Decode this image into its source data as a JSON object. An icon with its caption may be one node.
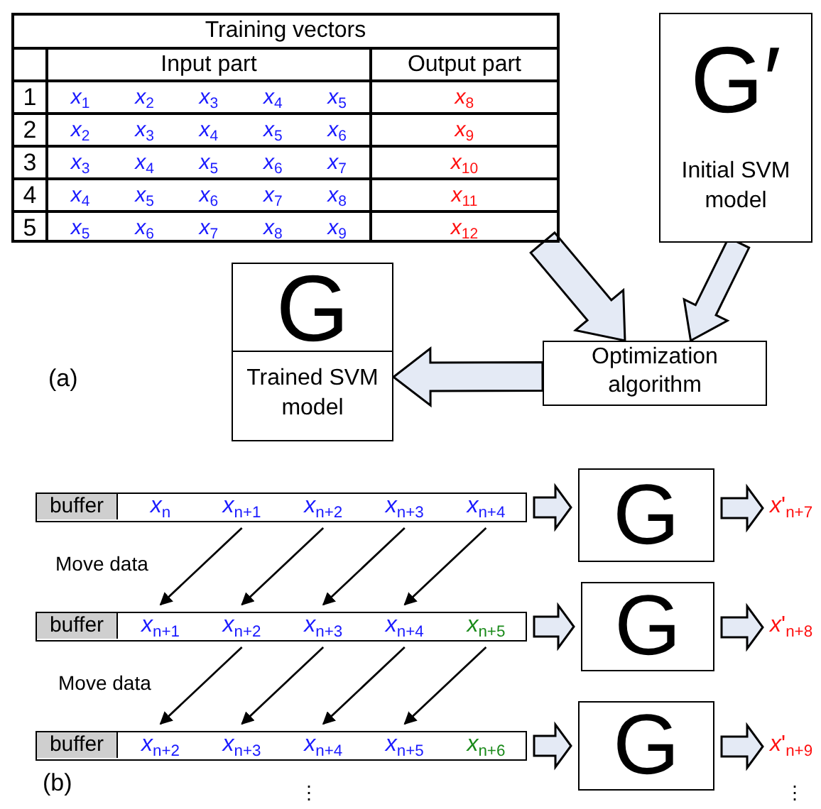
{
  "diagram": {
    "nodes": [
      {
        "text": [
          "Training vectors"
        ]
      },
      {
        "text": [
          "G′",
          "Initial SVM model"
        ]
      },
      {
        "text": [
          "G",
          "Trained SVM model"
        ]
      },
      {
        "text": [
          "Optimization algorithm"
        ]
      },
      {
        "text": [],
        "shape": "box"
      },
      {
        "text": [
          "buffer"
        ],
        "in": 4
      },
      {
        "text": [
          "*x*$_{n}$"
        ],
        "in": 4
      },
      {
        "text": [
          "*x*$_{n+1}$"
        ],
        "in": 4
      },
      {
        "text": [
          "*x*$_{n+2}$"
        ],
        "in": 4
      },
      {
        "text": [
          "*x*$_{n+3}$"
        ],
        "in": 4
      },
      {
        "text": [
          "*x*$_{n+4}$"
        ],
        "in": 4
      },
      {
        "text": [
          "G"
        ]
      },
      {
        "text": [
          "*x*'$_{n+7}$"
        ]
      },
      {
        "text": [],
        "shape": "box"
      },
      {
        "text": [
          "buffer"
        ],
        "in": 13
      },
      {
        "text": [
          "*x*$_{n+1}$"
        ],
        "in": 13
      },
      {
        "text": [
          "*x*$_{n+2}$"
        ],
        "in": 13
      },
      {
        "text": [
          "*x*$_{n+3}$"
        ],
        "in": 13
      },
      {
        "text": [
          "*x*$_{n+4}$"
        ],
        "in": 13
      },
      {
        "text": [
          "*x*$_{n+5}$"
        ],
        "in": 13
      },
      {
        "text": [
          "G"
        ]
      },
      {
        "text": [
          "*x*'$_{n+8}$"
        ]
      },
      {
        "text": [],
        "shape": "box"
      },
      {
        "text": [
          "buffer"
        ],
        "in": 22
      },
      {
        "text": [
          "*x*$_{n+2}$"
        ],
        "in": 22
      },
      {
        "text": [
          "*x*$_{n+3}$"
        ],
        "in": 22
      },
      {
        "text": [
          "*x*$_{n+4}$"
        ],
        "in": 22
      },
      {
        "text": [
          "*x*$_{n+5}$"
        ],
        "in": 22
      },
      {
        "text": [
          "*x*$_{n+6}$"
        ],
        "in": 22
      },
      {
        "text": [
          "G"
        ]
      },
      {
        "text": [
          "*x*'$_{n+9}$"
        ]
      }
    ],
    "edges": [
      {
        "from": 0,
        "to": 3,
        "arrow": "to",
        "style": "thick"
      },
      {
        "from": 1,
        "to": 3,
        "arrow": "to",
        "style": "thick"
      },
      {
        "from": 3,
        "to": 2,
        "arrow": "to",
        "style": "thick"
      },
      {
        "from": 4,
        "to": 11,
        "arrow": "to",
        "style": "thick"
      },
      {
        "from": 11,
        "to": 12,
        "arrow": "to",
        "style": "thick"
      },
      {
        "from": 7,
        "to": 15,
        "arrow": "to"
      },
      {
        "from": 8,
        "to": 16,
        "arrow": "to"
      },
      {
        "from": 9,
        "to": 17,
        "arrow": "to"
      },
      {
        "from": 10,
        "to": 18,
        "arrow": "to"
      },
      {
        "from": 13,
        "to": 20,
        "arrow": "to",
        "style": "thick"
      },
      {
        "from": 20,
        "to": 21,
        "arrow": "to",
        "style": "thick"
      },
      {
        "from": 16,
        "to": 24,
        "arrow": "to"
      },
      {
        "from": 17,
        "to": 25,
        "arrow": "to"
      },
      {
        "from": 18,
        "to": 26,
        "arrow": "to"
      },
      {
        "from": 19,
        "to": 27,
        "arrow": "to"
      },
      {
        "from": 22,
        "to": 29,
        "arrow": "to",
        "style": "thick"
      },
      {
        "from": 29,
        "to": 30,
        "arrow": "to",
        "style": "thick"
      }
    ],
    "labels": [
      "Input part",
      "Output part",
      "1",
      "*x*$_{1}$",
      "*x*$_{2}$",
      "*x*$_{3}$",
      "*x*$_{4}$",
      "*x*$_{5}$",
      "*x*$_{8}$",
      "2",
      "*x*$_{2}$",
      "*x*$_{3}$",
      "*x*$_{4}$",
      "*x*$_{5}$",
      "*x*$_{6}$",
      "*x*$_{9}$",
      "3",
      "*x*$_{3}$",
      "*x*$_{4}$",
      "*x*$_{5}$",
      "*x*$_{6}$",
      "*x*$_{7}$",
      "*x*$_{10}$",
      "4",
      "*x*$_{4}$",
      "*x*$_{5}$",
      "*x*$_{6}$",
      "*x*$_{7}$",
      "*x*$_{8}$",
      "*x*$_{11}$",
      "5",
      "*x*$_{5}$",
      "*x*$_{6}$",
      "*x*$_{7}$",
      "*x*$_{8}$",
      "*x*$_{9}$",
      "*x*$_{12}$",
      "(a)",
      "Move data",
      "Move data",
      "(b)",
      "⋮",
      "⋮"
    ]
  }
}
